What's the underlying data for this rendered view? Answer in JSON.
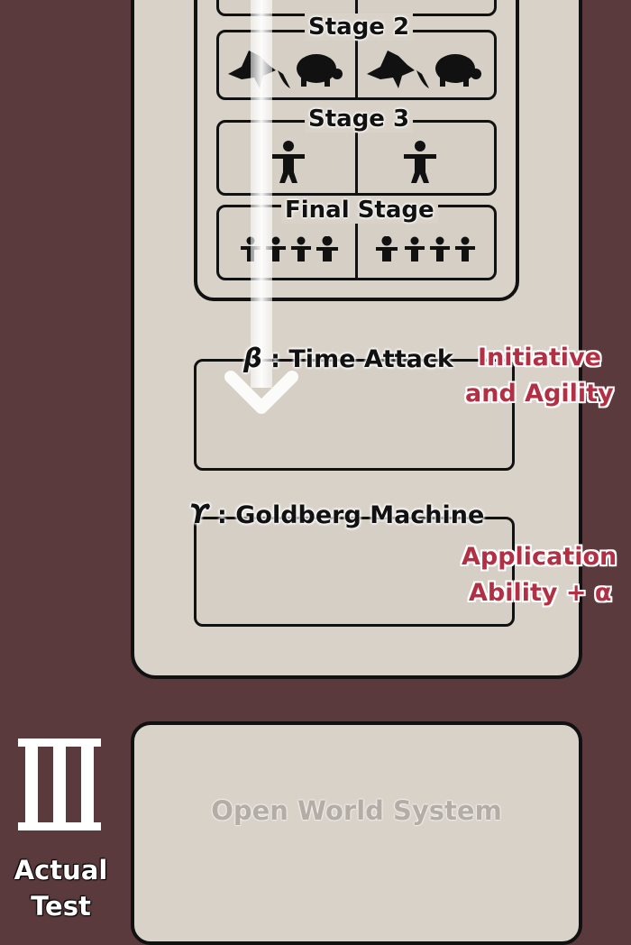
{
  "stages": [
    {
      "label": "Stage 2",
      "icon_left": "horse-and-turtle-icon",
      "icon_right": "horse-and-turtle-icon"
    },
    {
      "label": "Stage 3",
      "icon_left": "person-icon",
      "icon_right": "person-icon"
    },
    {
      "label": "Final Stage",
      "icon_left": "four-people-icon",
      "icon_right": "four-people-icon"
    }
  ],
  "sections": {
    "beta": {
      "symbol": "β",
      "title": ": Time Attack",
      "note_line1": "Initiative",
      "note_line2": "and Agility"
    },
    "gamma": {
      "symbol": "ϒ",
      "title": ": Goldberg Machine",
      "note_line1": "Application",
      "note_line2": "Ability + α"
    }
  },
  "phase3": {
    "numeral": "III",
    "label_line1": "Actual",
    "label_line2": "Test",
    "box_text": "Open World System"
  },
  "colors": {
    "background": "#5a3a3c",
    "panel": "#d9d2c9",
    "red_note": "#b33044",
    "faded_text": "#b3ada6"
  }
}
